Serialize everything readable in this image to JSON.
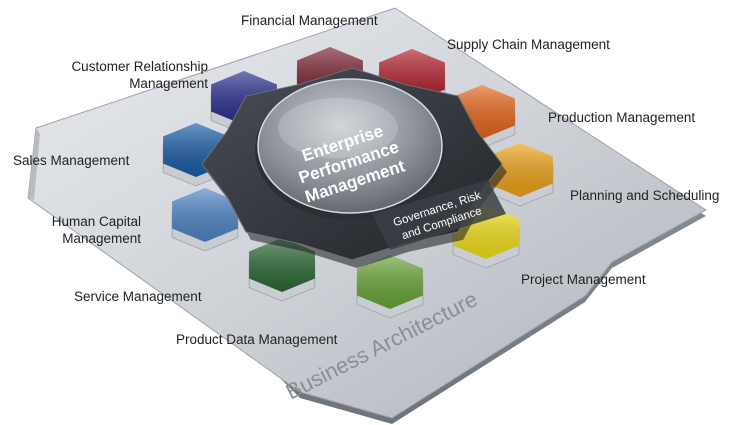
{
  "center": {
    "lines": [
      "Enterprise",
      "Performance",
      "Management"
    ]
  },
  "governance": {
    "lines": [
      "Governance, Risk",
      "and Compliance"
    ]
  },
  "platform_label": "Business Architecture",
  "modules": [
    {
      "id": "financial",
      "label": "Financial Management",
      "color": "#7a2330"
    },
    {
      "id": "supply-chain",
      "label": "Supply Chain Management",
      "color": "#b51f2b"
    },
    {
      "id": "production",
      "label": "Production Management",
      "color": "#e8671c"
    },
    {
      "id": "planning",
      "label": "Planning and Scheduling",
      "color": "#f0a418"
    },
    {
      "id": "project",
      "label": "Project Management",
      "color": "#f4e21a"
    },
    {
      "id": "product-data",
      "label": "Product Data Management",
      "color": "#6aa638"
    },
    {
      "id": "service",
      "label": "Service Management",
      "color": "#2d6a35"
    },
    {
      "id": "human-capital",
      "label": "Human Capital\nManagement",
      "color": "#4f86c6"
    },
    {
      "id": "sales",
      "label": "Sales Management",
      "color": "#1a5ea8"
    },
    {
      "id": "crm",
      "label": "Customer Relationship\nManagement",
      "color": "#2a2e8f"
    }
  ]
}
